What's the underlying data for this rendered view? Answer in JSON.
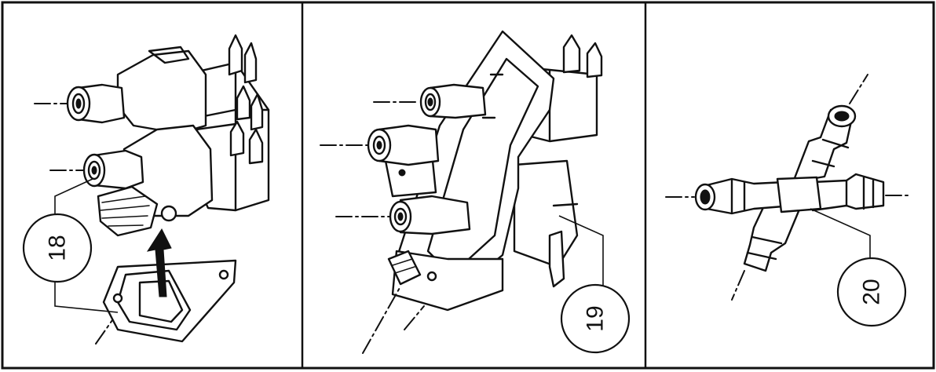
{
  "panels": [
    {
      "label": "18"
    },
    {
      "label": "19"
    },
    {
      "label": "20"
    }
  ],
  "colors": {
    "ink": "#111111",
    "paper": "#ffffff"
  }
}
